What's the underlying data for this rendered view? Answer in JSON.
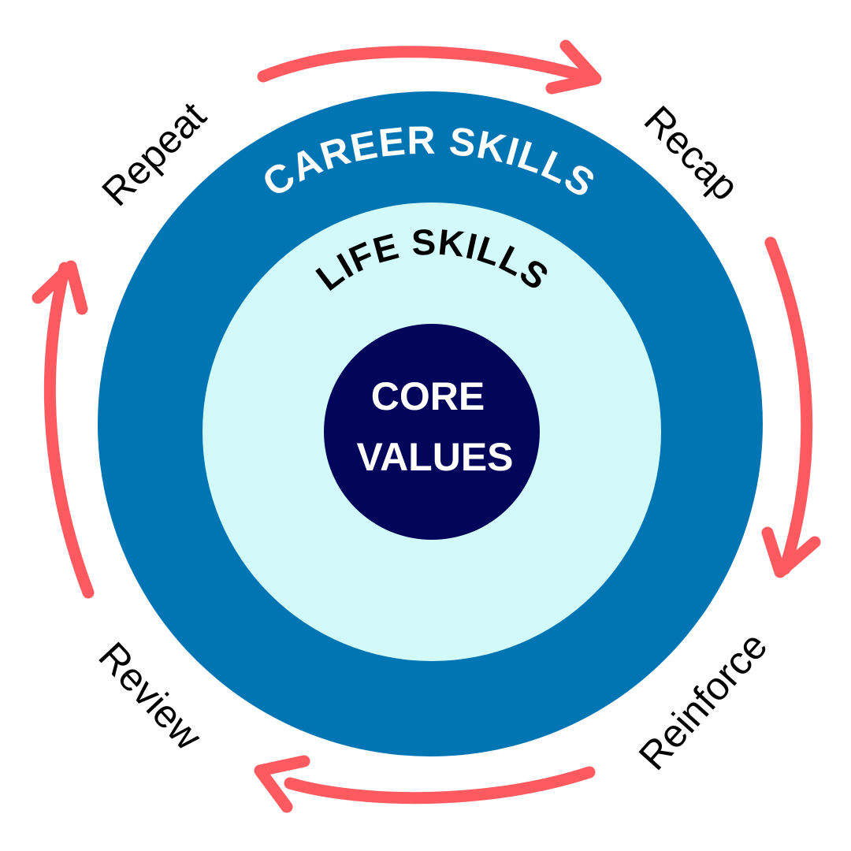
{
  "rings": {
    "outer": {
      "label": "CAREER SKILLS",
      "color": "#0075b4",
      "text_color": "#ffffff"
    },
    "middle": {
      "label": "LIFE SKILLS",
      "color": "#d3fafb",
      "text_color": "#000000"
    },
    "core": {
      "line1": "CORE",
      "line2": "VALUES",
      "color": "#02055a",
      "text_color": "#ffffff"
    }
  },
  "cycle": {
    "arrow_color": "#ff5a5f",
    "steps": [
      "Recap",
      "Reinforce",
      "Review",
      "Repeat"
    ]
  }
}
